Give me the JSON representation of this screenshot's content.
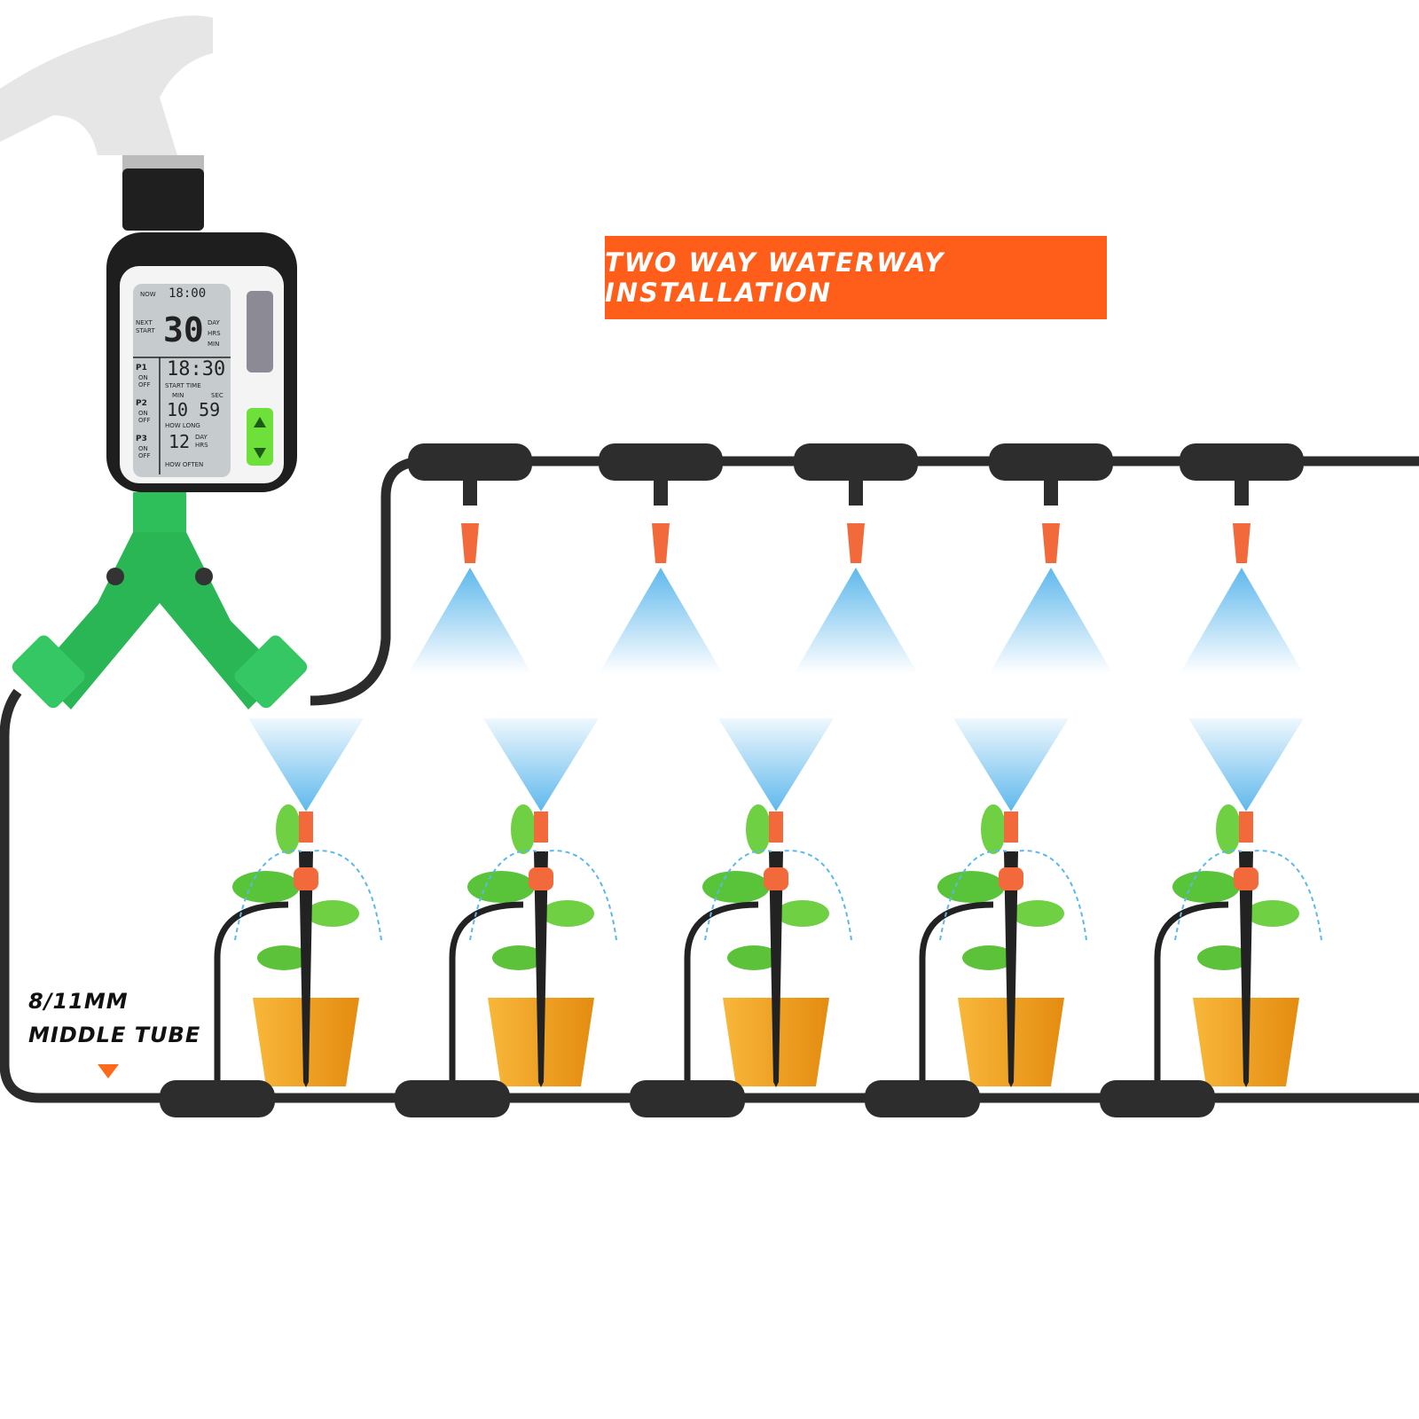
{
  "banner": {
    "title": "TWO WAY WATERWAY INSTALLATION"
  },
  "tube_label": {
    "size": "8/11MM",
    "name": "MIDDLE TUBE"
  },
  "timer": {
    "now_label": "NOW",
    "now_time": "18:00",
    "next_start_label": "NEXT START",
    "countdown": "30",
    "units": [
      "DAY",
      "HRS",
      "MIN"
    ],
    "programs": [
      {
        "label": "P1",
        "state": "ON OFF"
      },
      {
        "label": "P2",
        "state": "ON OFF"
      },
      {
        "label": "P3",
        "state": "ON OFF"
      }
    ],
    "start_time": "18:30",
    "start_time_label": "START TIME",
    "duration_min_label": "MIN",
    "duration_sec_label": "SEC",
    "duration": "10 59",
    "how_long_label": "HOW LONG",
    "frequency": "12",
    "frequency_units": "DAY HRS",
    "how_often_label": "HOW OFTEN"
  },
  "colors": {
    "banner": "#ff5e1a",
    "tube": "#2b2b2b",
    "connector_green": "#2fbf5a",
    "emitter": "#f26a3c",
    "spray": "#7cc8ef",
    "pot": "#f5a623"
  }
}
